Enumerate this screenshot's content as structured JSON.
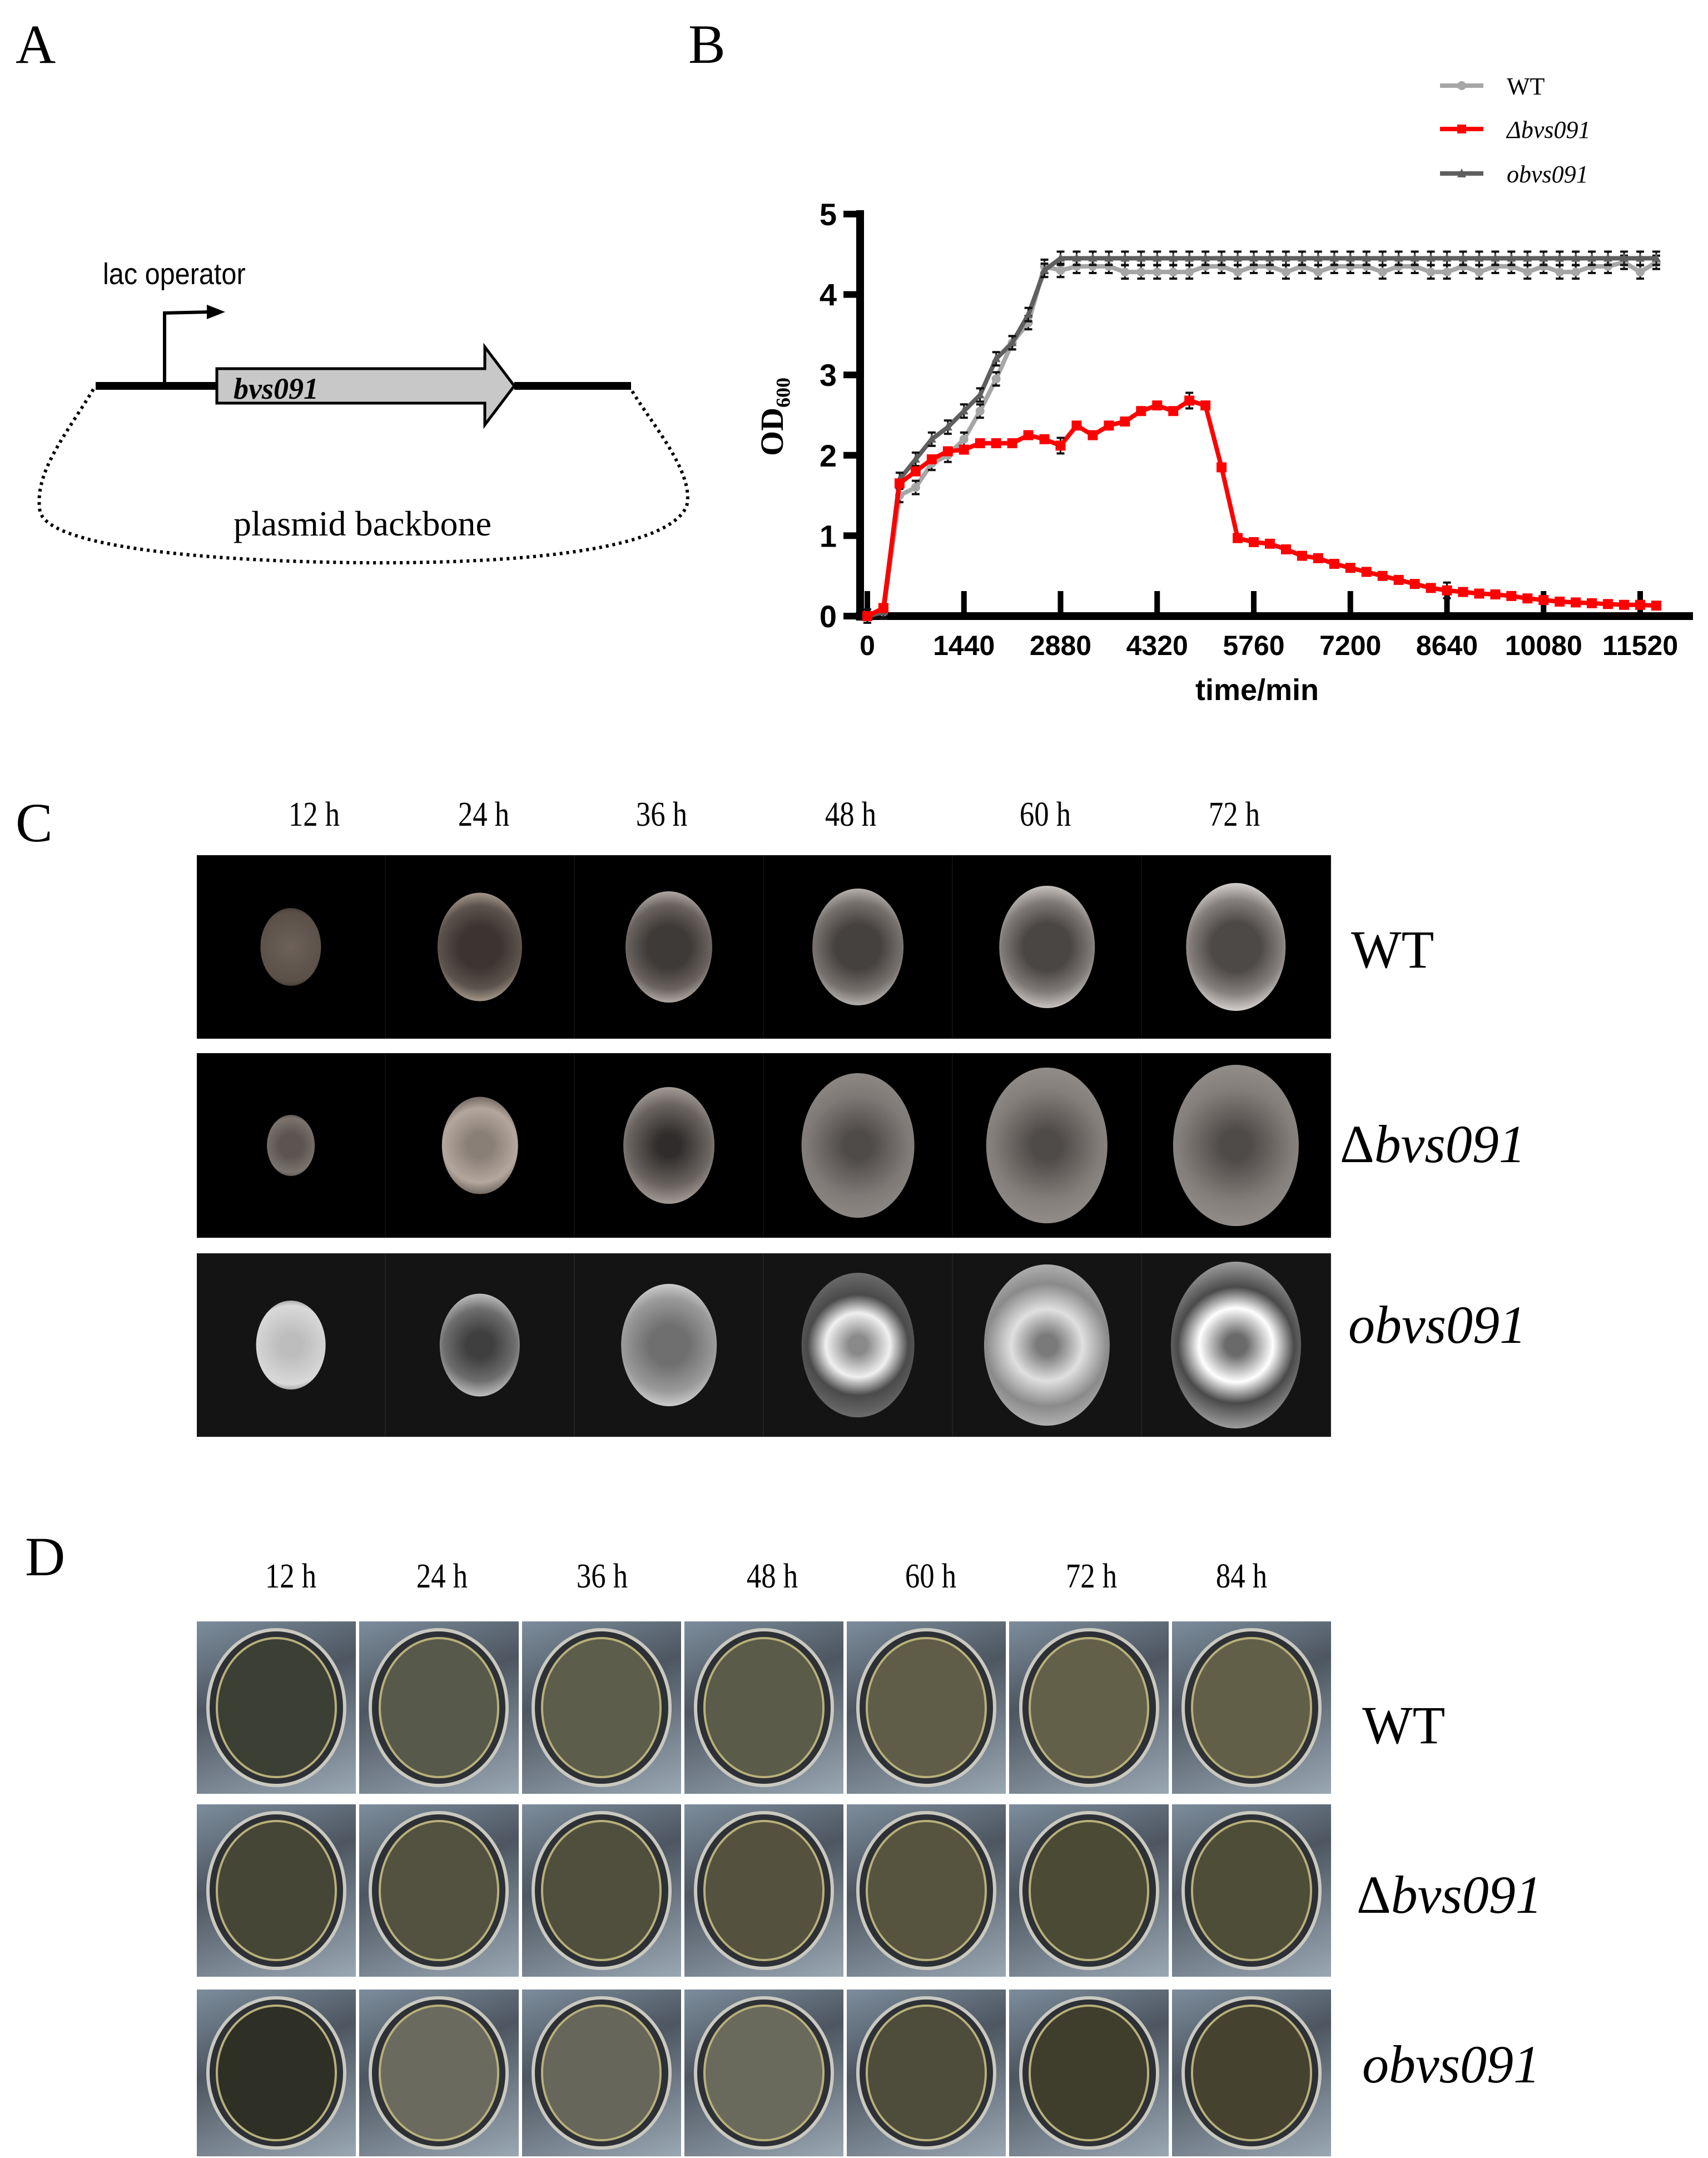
{
  "panels": {
    "A": {
      "letter": "A",
      "promoter_label": "lac operator",
      "gene_label": "bvs091",
      "backbone_label": "plasmid backbone",
      "colors": {
        "gene_fill": "#c8c8c8",
        "line": "#000000"
      }
    },
    "B": {
      "letter": "B",
      "legend": [
        {
          "label": "WT",
          "color": "#a6a6a6",
          "marker": "circle"
        },
        {
          "label": "Δbvs091",
          "color": "#ff0000",
          "marker": "square"
        },
        {
          "label": "obvs091",
          "color": "#5f5f5f",
          "marker": "triangle"
        }
      ],
      "ylabel": "OD",
      "ylabel_sub": "600",
      "xlabel": "time/min",
      "xticks": [
        "0",
        "1440",
        "2880",
        "4320",
        "5760",
        "7200",
        "8640",
        "10080",
        "11520"
      ],
      "yticks": [
        "0",
        "1",
        "2",
        "3",
        "4",
        "5"
      ]
    },
    "C": {
      "letter": "C",
      "timepoints": [
        "12 h",
        "24 h",
        "36 h",
        "48 h",
        "60 h",
        "72 h"
      ],
      "rows": [
        {
          "label_prefix": "",
          "label": "WT"
        },
        {
          "label_prefix": "Δ",
          "label": "bvs091"
        },
        {
          "label_prefix": "",
          "label": "obvs091"
        }
      ]
    },
    "D": {
      "letter": "D",
      "timepoints": [
        "12 h",
        "24 h",
        "36 h",
        "48 h",
        "60 h",
        "72 h",
        "84 h"
      ],
      "rows": [
        {
          "label_prefix": "",
          "label": "WT"
        },
        {
          "label_prefix": "Δ",
          "label": "bvs091"
        },
        {
          "label_prefix": "",
          "label": "obvs091"
        }
      ]
    }
  },
  "chart_data": {
    "type": "line",
    "title": "",
    "xlabel": "time/min",
    "ylabel": "OD600",
    "xlim": [
      0,
      12000
    ],
    "ylim": [
      0,
      5
    ],
    "x_ticks": [
      0,
      1440,
      2880,
      4320,
      5760,
      7200,
      8640,
      10080,
      11520
    ],
    "y_ticks": [
      0,
      1,
      2,
      3,
      4,
      5
    ],
    "grid": false,
    "legend_position": "top-right",
    "error_bars": true,
    "series": [
      {
        "name": "WT",
        "color": "#a6a6a6",
        "marker": "circle",
        "x": [
          0,
          240,
          480,
          720,
          960,
          1200,
          1440,
          1680,
          1920,
          2160,
          2400,
          2640,
          2880,
          3120,
          3360,
          3600,
          3840,
          4080,
          4320,
          4560,
          4800,
          5040,
          5280,
          5520,
          5760,
          6000,
          6240,
          6480,
          6720,
          6960,
          7200,
          7440,
          7680,
          7920,
          8160,
          8400,
          8640,
          8880,
          9120,
          9360,
          9600,
          9840,
          10080,
          10320,
          10560,
          10800,
          11040,
          11280,
          11520,
          11760
        ],
        "y": [
          0.0,
          0.05,
          1.5,
          1.6,
          1.9,
          2.0,
          2.2,
          2.55,
          2.95,
          3.4,
          3.65,
          4.35,
          4.3,
          4.35,
          4.35,
          4.35,
          4.28,
          4.28,
          4.28,
          4.28,
          4.28,
          4.35,
          4.35,
          4.28,
          4.35,
          4.35,
          4.28,
          4.35,
          4.28,
          4.35,
          4.35,
          4.35,
          4.28,
          4.35,
          4.35,
          4.28,
          4.28,
          4.35,
          4.28,
          4.35,
          4.35,
          4.28,
          4.35,
          4.28,
          4.28,
          4.35,
          4.35,
          4.4,
          4.28,
          4.4
        ]
      },
      {
        "name": "Δbvs091",
        "color": "#ff0000",
        "marker": "square",
        "x": [
          0,
          240,
          480,
          720,
          960,
          1200,
          1440,
          1680,
          1920,
          2160,
          2400,
          2640,
          2880,
          3120,
          3360,
          3600,
          3840,
          4080,
          4320,
          4560,
          4800,
          5040,
          5280,
          5520,
          5760,
          6000,
          6240,
          6480,
          6720,
          6960,
          7200,
          7440,
          7680,
          7920,
          8160,
          8400,
          8640,
          8880,
          9120,
          9360,
          9600,
          9840,
          10080,
          10320,
          10560,
          10800,
          11040,
          11280,
          11520,
          11760
        ],
        "y": [
          0.0,
          0.1,
          1.65,
          1.8,
          1.95,
          2.05,
          2.07,
          2.15,
          2.15,
          2.15,
          2.25,
          2.2,
          2.12,
          2.37,
          2.25,
          2.37,
          2.42,
          2.55,
          2.62,
          2.55,
          2.68,
          2.62,
          1.85,
          0.97,
          0.92,
          0.9,
          0.83,
          0.75,
          0.72,
          0.65,
          0.6,
          0.55,
          0.5,
          0.45,
          0.4,
          0.35,
          0.32,
          0.3,
          0.28,
          0.27,
          0.25,
          0.22,
          0.2,
          0.18,
          0.17,
          0.16,
          0.15,
          0.14,
          0.14,
          0.13
        ]
      },
      {
        "name": "obvs091",
        "color": "#5f5f5f",
        "marker": "triangle",
        "x": [
          0,
          240,
          480,
          720,
          960,
          1200,
          1440,
          1680,
          1920,
          2160,
          2400,
          2640,
          2880,
          3120,
          3360,
          3600,
          3840,
          4080,
          4320,
          4560,
          4800,
          5040,
          5280,
          5520,
          5760,
          6000,
          6240,
          6480,
          6720,
          6960,
          7200,
          7440,
          7680,
          7920,
          8160,
          8400,
          8640,
          8880,
          9120,
          9360,
          9600,
          9840,
          10080,
          10320,
          10560,
          10800,
          11040,
          11280,
          11520,
          11760
        ],
        "y": [
          0.0,
          0.05,
          1.7,
          1.95,
          2.2,
          2.35,
          2.55,
          2.75,
          3.2,
          3.4,
          3.75,
          4.3,
          4.45,
          4.45,
          4.45,
          4.45,
          4.45,
          4.45,
          4.45,
          4.45,
          4.45,
          4.45,
          4.45,
          4.45,
          4.45,
          4.45,
          4.45,
          4.45,
          4.45,
          4.45,
          4.45,
          4.45,
          4.45,
          4.45,
          4.45,
          4.45,
          4.45,
          4.45,
          4.45,
          4.45,
          4.45,
          4.45,
          4.45,
          4.45,
          4.45,
          4.45,
          4.45,
          4.45,
          4.45,
          4.45
        ]
      }
    ]
  }
}
